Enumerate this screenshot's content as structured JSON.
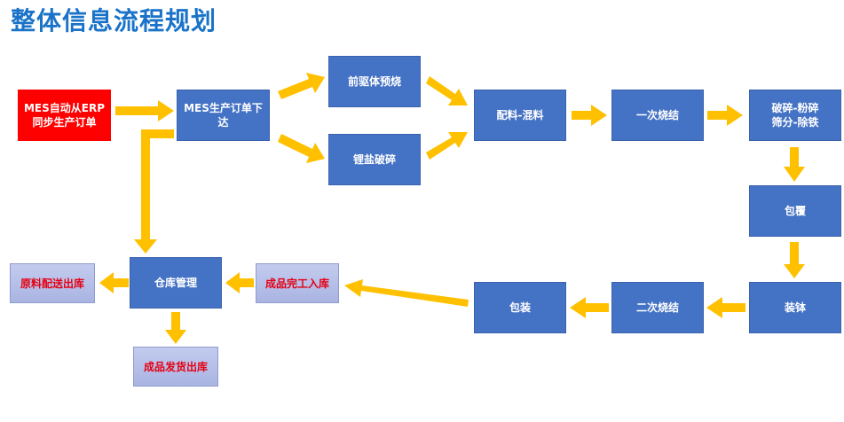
{
  "title": "整体信息流程规划",
  "colors": {
    "title": "#1a73c8",
    "box_blue": "#4472c4",
    "box_red": "#ff0000",
    "box_lavender": "#b4bee6",
    "text_red": "#e60012",
    "arrow": "#ffc000"
  },
  "nodes": {
    "erp_sync": "MES自动从ERP\n同步生产订单",
    "order_issue": "MES生产订单下\n达",
    "precursor_burn": "前驱体预烧",
    "lithium_crush": "锂盐破碎",
    "mixing": "配料-混料",
    "first_sinter": "一次烧结",
    "crush_sieve": "破碎-粉碎\n筛分-除铁",
    "coating": "包覆",
    "loading": "装钵",
    "second_sinter": "二次烧结",
    "packing": "包装",
    "finished_storage": "成品完工入库",
    "warehouse": "仓库管理",
    "raw_dispatch": "原料配送出库",
    "finished_shipping": "成品发货出库"
  }
}
